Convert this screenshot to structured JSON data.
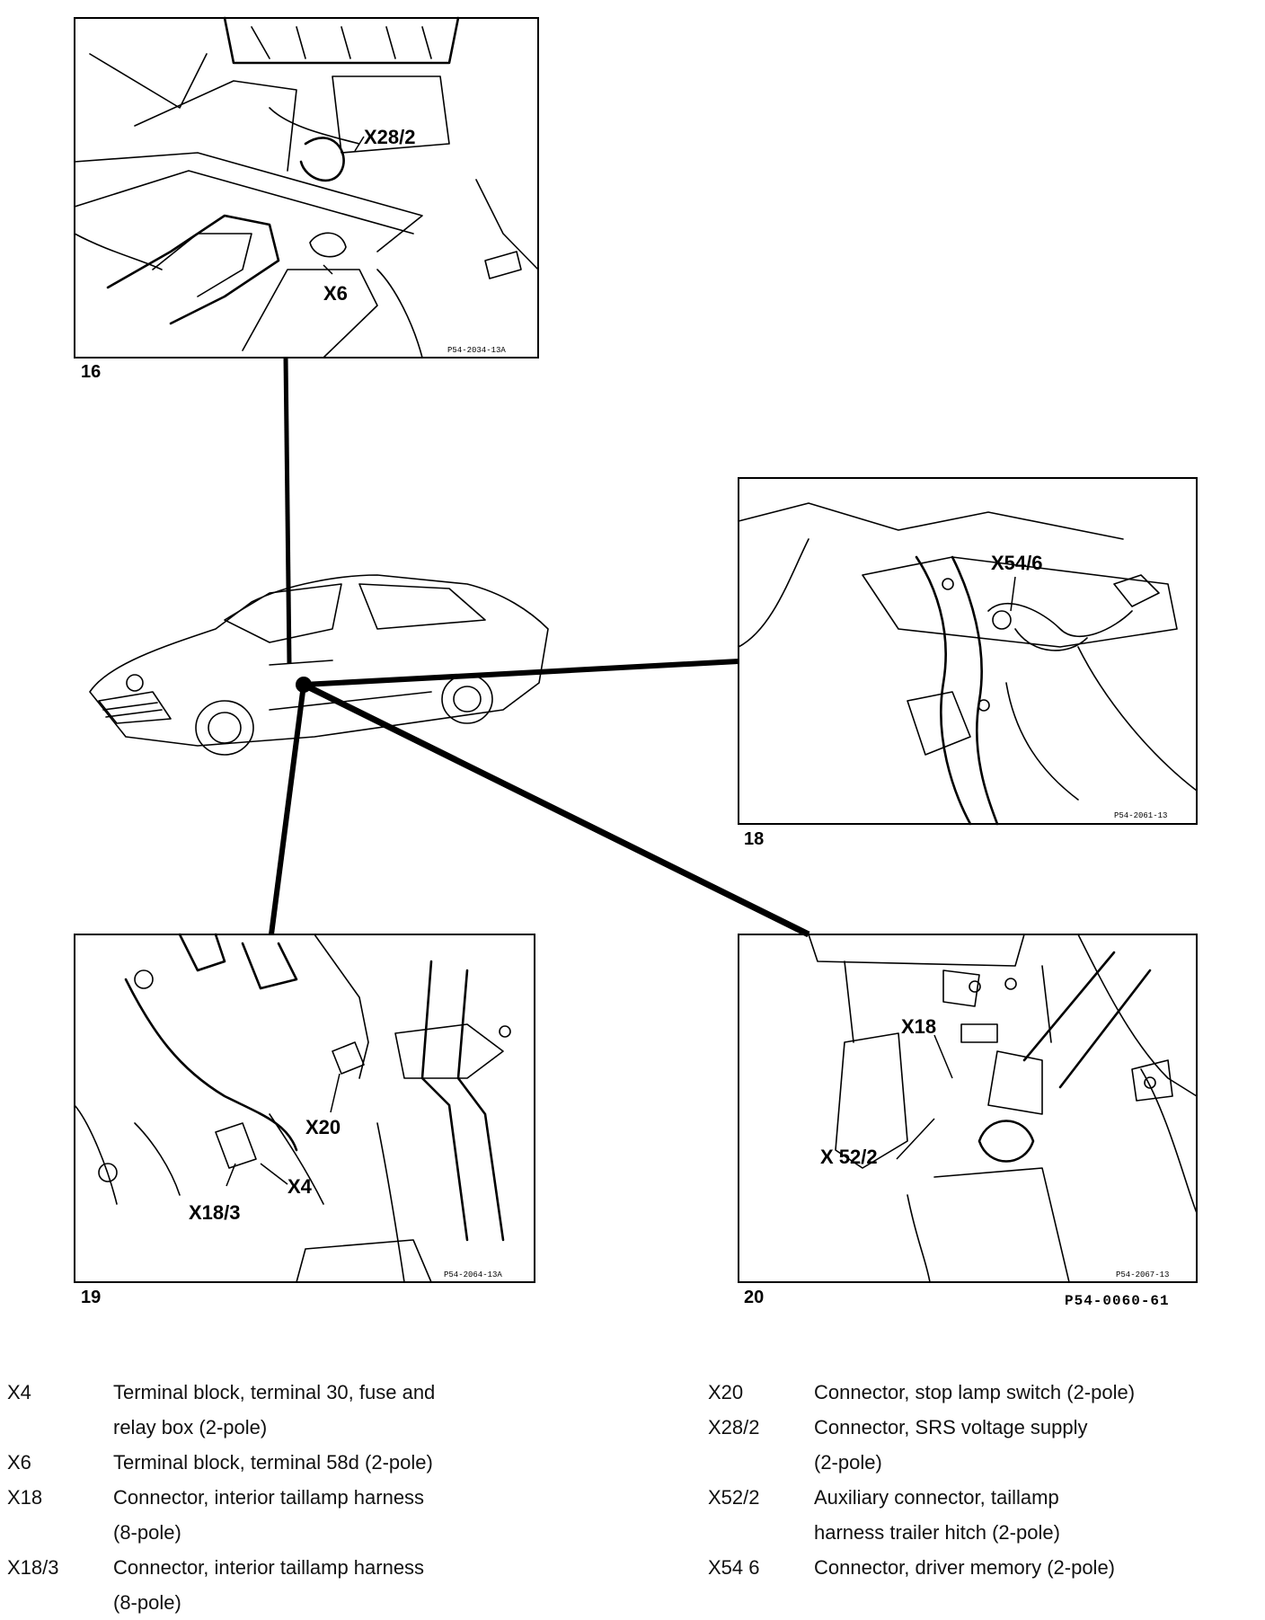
{
  "panels": [
    {
      "number": "16",
      "ref": "P54-2034-13A",
      "callouts": [
        "X28/2",
        "X6"
      ]
    },
    {
      "number": "18",
      "ref": "P54-2061-13",
      "callouts": [
        "X54/6"
      ]
    },
    {
      "number": "19",
      "ref": "P54-2064-13A",
      "callouts": [
        "X20",
        "X18/3",
        "X4"
      ]
    },
    {
      "number": "20",
      "ref": "P54-2067-13",
      "callouts": [
        "X18",
        "X 52/2"
      ]
    }
  ],
  "figure_ref": "P54-0060-61",
  "legend": {
    "left": [
      {
        "code": "X4",
        "lines": [
          "Terminal block, terminal 30, fuse and",
          "relay box (2-pole)"
        ]
      },
      {
        "code": "X6",
        "lines": [
          "Terminal block, terminal 58d (2-pole)"
        ]
      },
      {
        "code": "X18",
        "lines": [
          "Connector, interior taillamp harness",
          "(8-pole)"
        ]
      },
      {
        "code": "X18/3",
        "lines": [
          "Connector, interior taillamp harness",
          "(8-pole)"
        ]
      }
    ],
    "right": [
      {
        "code": "X20",
        "lines": [
          "Connector, stop lamp switch (2-pole)"
        ]
      },
      {
        "code": "X28/2",
        "lines": [
          "Connector, SRS voltage supply",
          "(2-pole)"
        ]
      },
      {
        "code": "X52/2",
        "lines": [
          "Auxiliary connector, taillamp",
          "harness trailer hitch (2-pole)"
        ]
      },
      {
        "code": "X54 6",
        "lines": [
          "Connector, driver memory (2-pole)"
        ]
      }
    ]
  }
}
